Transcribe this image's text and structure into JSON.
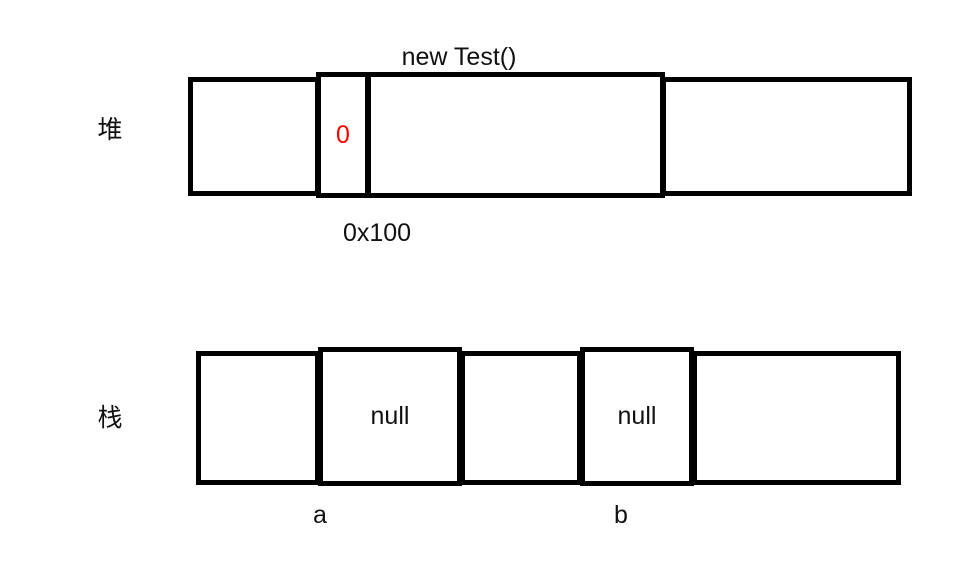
{
  "diagram": {
    "title_visible": false,
    "colors": {
      "stroke": "#000000",
      "text": "#111111",
      "highlight": "#ff0000",
      "background": "#ffffff"
    },
    "rows": [
      {
        "id": "heap",
        "label": "堆",
        "top_annotation": "new Test()",
        "bottom_annotation": "0x100",
        "cells": [
          {
            "text": "",
            "highlight": false
          },
          {
            "text": "0",
            "highlight": true
          },
          {
            "text": "",
            "highlight": false
          },
          {
            "text": "",
            "highlight": false
          }
        ]
      },
      {
        "id": "stack",
        "label": "栈",
        "cells": [
          {
            "text": "",
            "highlight": false,
            "var_label": ""
          },
          {
            "text": "null",
            "highlight": false,
            "var_label": "a"
          },
          {
            "text": "",
            "highlight": false,
            "var_label": ""
          },
          {
            "text": "null",
            "highlight": false,
            "var_label": "b"
          },
          {
            "text": "",
            "highlight": false,
            "var_label": ""
          }
        ]
      }
    ],
    "annotations": {
      "new_test": "new Test()",
      "address": "0x100",
      "var_a": "a",
      "var_b": "b"
    }
  }
}
